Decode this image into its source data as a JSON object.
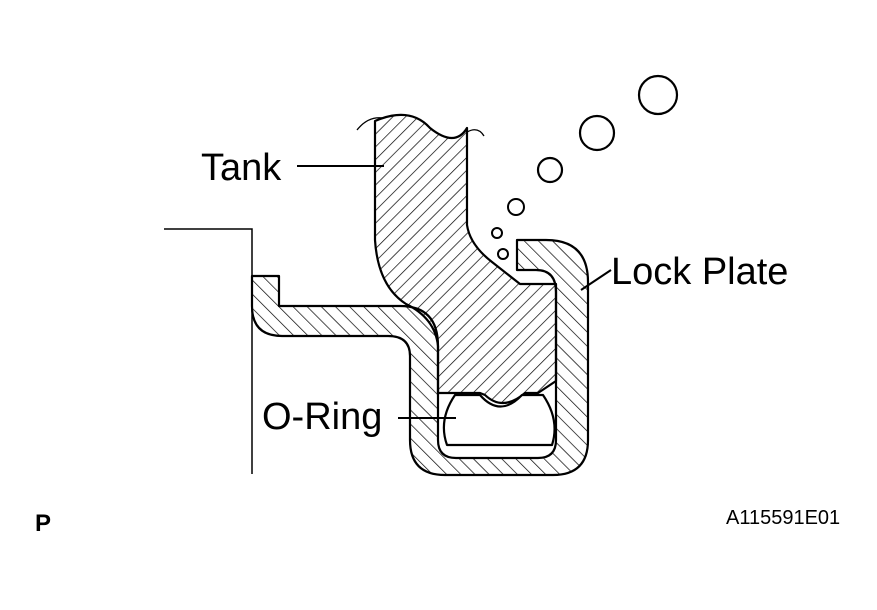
{
  "labels": {
    "tank": "Tank",
    "lock_plate": "Lock Plate",
    "o_ring": "O-Ring"
  },
  "view_letter": "P",
  "figure_id": "A115591E01"
}
